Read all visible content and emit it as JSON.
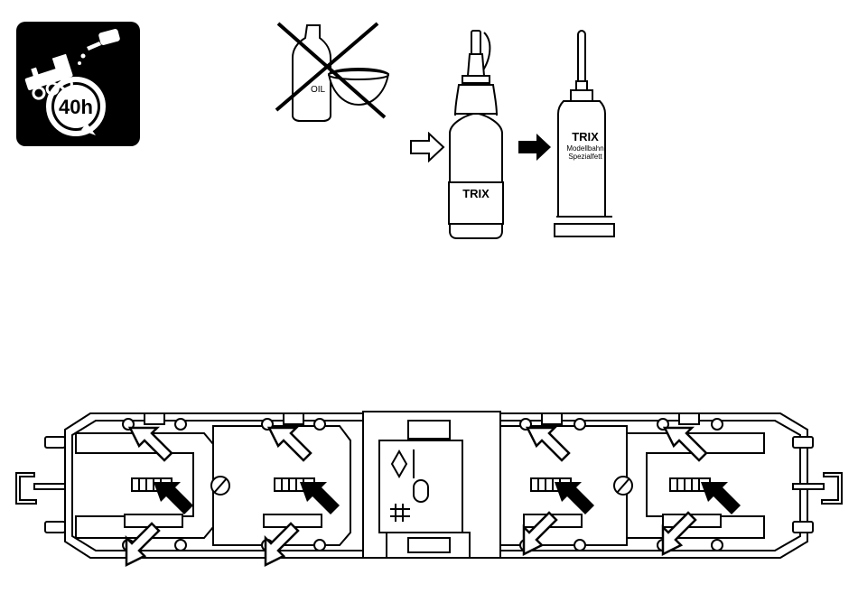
{
  "service_icon": {
    "interval_text": "40h",
    "icon": "maintenance-interval-icon"
  },
  "prohibited": {
    "bottle_text": "OIL",
    "icon": "crossed-out-oil-icon"
  },
  "products": {
    "oil_bottle_label": "TRIX",
    "grease_tube_brand": "TRIX",
    "grease_tube_line1": "Modellbahn",
    "grease_tube_line2": "Spezialfett"
  },
  "legend": {
    "oil_arrow_icon": "hollow-arrow-icon",
    "grease_arrow_icon": "filled-arrow-icon"
  },
  "colors": {
    "ink": "#000000",
    "paper": "#ffffff"
  }
}
